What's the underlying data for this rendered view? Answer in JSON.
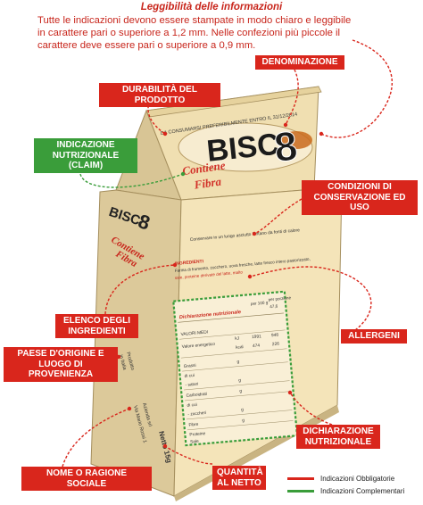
{
  "header": {
    "title": "Leggibilità delle informazioni",
    "line1": "Tutte le indicazioni devono essere stampate in modo chiaro e leggibile",
    "line2": "in carattere pari o superiore a 1,2 mm. Nelle confezioni più piccole il",
    "line3": "carattere deve essere pari o superiore a 0,9 mm."
  },
  "labels": {
    "denominazione": "DENOMINAZIONE",
    "durabilita": "DURABILITÀ DEL PRODOTTO",
    "indicazione_nutr_1": "INDICAZIONE",
    "indicazione_nutr_2": "NUTRIZIONALE (CLAIM)",
    "condizioni_1": "CONDIZIONI DI",
    "condizioni_2": "CONSERVAZIONE ED USO",
    "elenco_1": "ELENCO DEGLI",
    "elenco_2": "INGREDIENTI",
    "allergeni": "ALLERGENI",
    "paese_1": "PAESE D'ORIGINE E",
    "paese_2": "LUOGO DI PROVENIENZA",
    "dichiarazione_1": "DICHIARAZIONE",
    "dichiarazione_2": "NUTRIZIONALE",
    "nome_ragione": "NOME O RAGIONE SOCIALE",
    "quantita_1": "QUANTITÀ",
    "quantita_2": "AL NETTO"
  },
  "legend": {
    "obbligatorie": "Indicazioni Obbligatorie",
    "complementari": "Indicazioni Complementari"
  },
  "box": {
    "brand": "BISC",
    "brand_num": "8",
    "claim_1": "Contiene",
    "claim_2": "Fibra",
    "side_claim_1": "Contiene",
    "side_claim_2": "Fibra",
    "durability_text": "DA CONSUMARSI PREFERIBILMENTE ENTRO IL 31/12/2014",
    "storage_text": "Conservare in un luogo asciutto lontano da fonti di calore",
    "ingredients_title": "INGREDIENTI",
    "ingredients_line1": "Farina di frumento, zucchero, uova fresche, latte fresco intero pastorizzato,",
    "ingredients_line2": "sale, proteine derivate del latte, malto",
    "nutr_title": "Dichiarazione nutrizionale",
    "nutr_col1": "per 100 g",
    "nutr_col2": "per porzione",
    "nutr_col2b": "47,6",
    "valori_medi": "VALORI MEDI",
    "energia": "Valore energetico",
    "u_kj": "kJ",
    "u_kcal": "kcal",
    "v_kj": "1991",
    "v_kcal": "474",
    "v2_kj": "948",
    "v2_kcal": "226",
    "grassi": "Grassi",
    "di_cui_1": "di cui",
    "saturi": "- saturi",
    "carboidrati": "Carboidrati",
    "di_cui_2": "di cui",
    "zuccheri": "- zuccheri",
    "fibre": "Fibre",
    "proteine": "Proteine",
    "sale": "Sale",
    "u_g": "g",
    "side_origin_1": "Prodotto",
    "side_origin_2": "in Italia",
    "side_company_1": "Azienda srl",
    "side_company_2": "Via Mario Rossi 1",
    "side_net": "Netto 15g"
  }
}
